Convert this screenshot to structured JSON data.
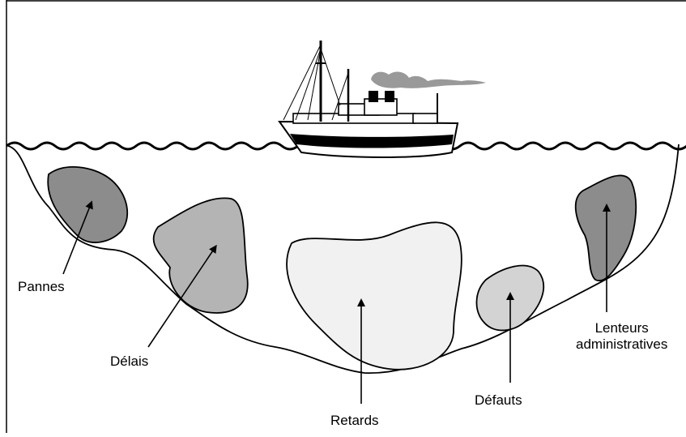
{
  "colors": {
    "frame": "#000000",
    "rock_dark": "#8c8c8c",
    "rock_mid": "#b4b4b4",
    "rock_light": "#d3d3d3",
    "rock_lightest": "#f1f1f1",
    "smoke": "#999999",
    "ship_stripe": "#000000"
  },
  "rocks": {
    "pannes": {
      "label": "Pannes"
    },
    "delais": {
      "label": "Délais"
    },
    "retards": {
      "label": "Retards"
    },
    "defauts": {
      "label": "Défauts"
    },
    "lenteurs": {
      "label": "Lenteurs\nadministratives"
    }
  },
  "icons": {
    "ship": "ship-icon",
    "smoke": "smoke-icon",
    "waves": "wave-line",
    "seabed": "seabed-outline"
  }
}
